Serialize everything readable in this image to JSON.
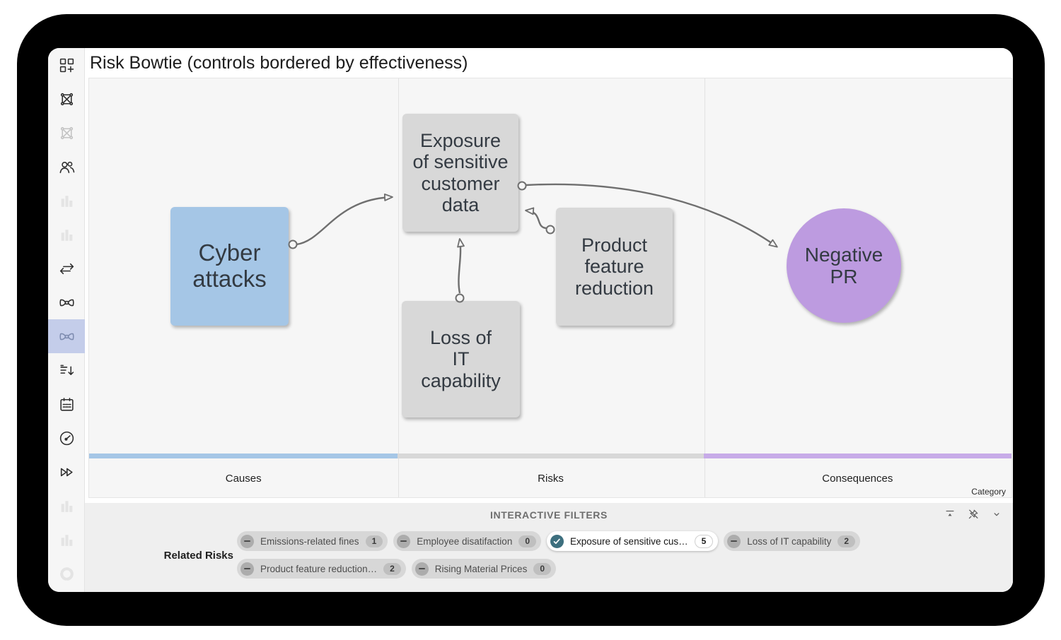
{
  "window": {
    "title": "Risk Bowtie (controls bordered by effectiveness)"
  },
  "sidebar": {
    "items": [
      {
        "name": "dashboard-add",
        "state": "default"
      },
      {
        "name": "diagram-network",
        "state": "default"
      },
      {
        "name": "diagram-network-alt",
        "state": "muted"
      },
      {
        "name": "people",
        "state": "default"
      },
      {
        "name": "bar-chart-1",
        "state": "disabled"
      },
      {
        "name": "bar-chart-2",
        "state": "disabled"
      },
      {
        "name": "swap-arrows",
        "state": "default"
      },
      {
        "name": "bowtie",
        "state": "default"
      },
      {
        "name": "bowtie-active",
        "state": "selected"
      },
      {
        "name": "sort",
        "state": "default"
      },
      {
        "name": "calendar",
        "state": "default"
      },
      {
        "name": "gauge",
        "state": "default"
      },
      {
        "name": "fast-forward",
        "state": "default"
      },
      {
        "name": "bar-chart-3",
        "state": "disabled"
      },
      {
        "name": "bar-chart-4",
        "state": "disabled"
      },
      {
        "name": "donut",
        "state": "disabled"
      }
    ]
  },
  "diagram": {
    "columns": [
      {
        "label": "Causes",
        "color": "#a5c6e6"
      },
      {
        "label": "Risks",
        "color": "#d8d8d8"
      },
      {
        "label": "Consequences",
        "color": "#c7abe8"
      }
    ],
    "axis_caption": "Category",
    "nodes": [
      {
        "id": "cyber-attacks",
        "label": "Cyber\nattacks",
        "shape": "rect",
        "color": "#a5c6e6",
        "column": "Causes"
      },
      {
        "id": "exposure-data",
        "label": "Exposure\nof sensitive\ncustomer\ndata",
        "shape": "rect",
        "color": "#d8d8d8",
        "column": "Risks"
      },
      {
        "id": "product-feature",
        "label": "Product\nfeature\nreduction",
        "shape": "rect",
        "color": "#d8d8d8",
        "column": "Risks"
      },
      {
        "id": "loss-it",
        "label": "Loss of\nIT\ncapability",
        "shape": "rect",
        "color": "#d8d8d8",
        "column": "Risks"
      },
      {
        "id": "negative-pr",
        "label": "Negative\nPR",
        "shape": "circle",
        "color": "#bd9be0",
        "column": "Consequences"
      }
    ],
    "edges": [
      {
        "from": "cyber-attacks",
        "to": "exposure-data"
      },
      {
        "from": "loss-it",
        "to": "exposure-data"
      },
      {
        "from": "product-feature",
        "to": "exposure-data"
      },
      {
        "from": "exposure-data",
        "to": "negative-pr"
      }
    ]
  },
  "filters": {
    "header": "INTERACTIVE FILTERS",
    "group_label": "Related Risks",
    "chips": [
      {
        "label": "Emissions-related fines",
        "count": "1",
        "selected": false
      },
      {
        "label": "Employee disatifaction",
        "count": "0",
        "selected": false
      },
      {
        "label": "Exposure of sensitive cus…",
        "count": "5",
        "selected": true
      },
      {
        "label": "Loss of IT capability",
        "count": "2",
        "selected": false
      },
      {
        "label": "Product feature reduction…",
        "count": "2",
        "selected": false
      },
      {
        "label": "Rising Material Prices",
        "count": "0",
        "selected": false
      }
    ]
  }
}
